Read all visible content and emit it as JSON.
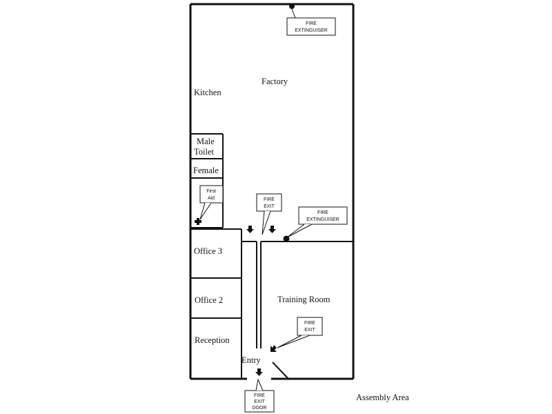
{
  "rooms": {
    "factory": "Factory",
    "kitchen": "Kitchen",
    "male_toilet_line1": "Male",
    "male_toilet_line2": "Toilet",
    "female": "Female",
    "office3": "Office 3",
    "office2": "Office 2",
    "reception": "Reception",
    "training_room": "Training Room",
    "entry": "Entry",
    "assembly_area": "Assembly Area"
  },
  "callouts": {
    "extinguisher_top": [
      "FIRE",
      "EXTINGUISER"
    ],
    "first_aid": [
      "First",
      "Aid"
    ],
    "fire_exit_corridor": [
      "FIRE",
      "EXIT"
    ],
    "extinguisher_mid": [
      "FIRE",
      "EXTINGUISER"
    ],
    "fire_exit_training": [
      "FIRE",
      "EXIT"
    ],
    "fire_exit_door": [
      "FIRE",
      "EXIT",
      "DOOR"
    ]
  },
  "icons": {
    "extinguisher": "fire-extinguisher-icon",
    "first_aid": "first-aid-icon",
    "exit_arrow": "exit-arrow-icon"
  },
  "colors": {
    "line": "#111111",
    "background": "#ffffff"
  }
}
